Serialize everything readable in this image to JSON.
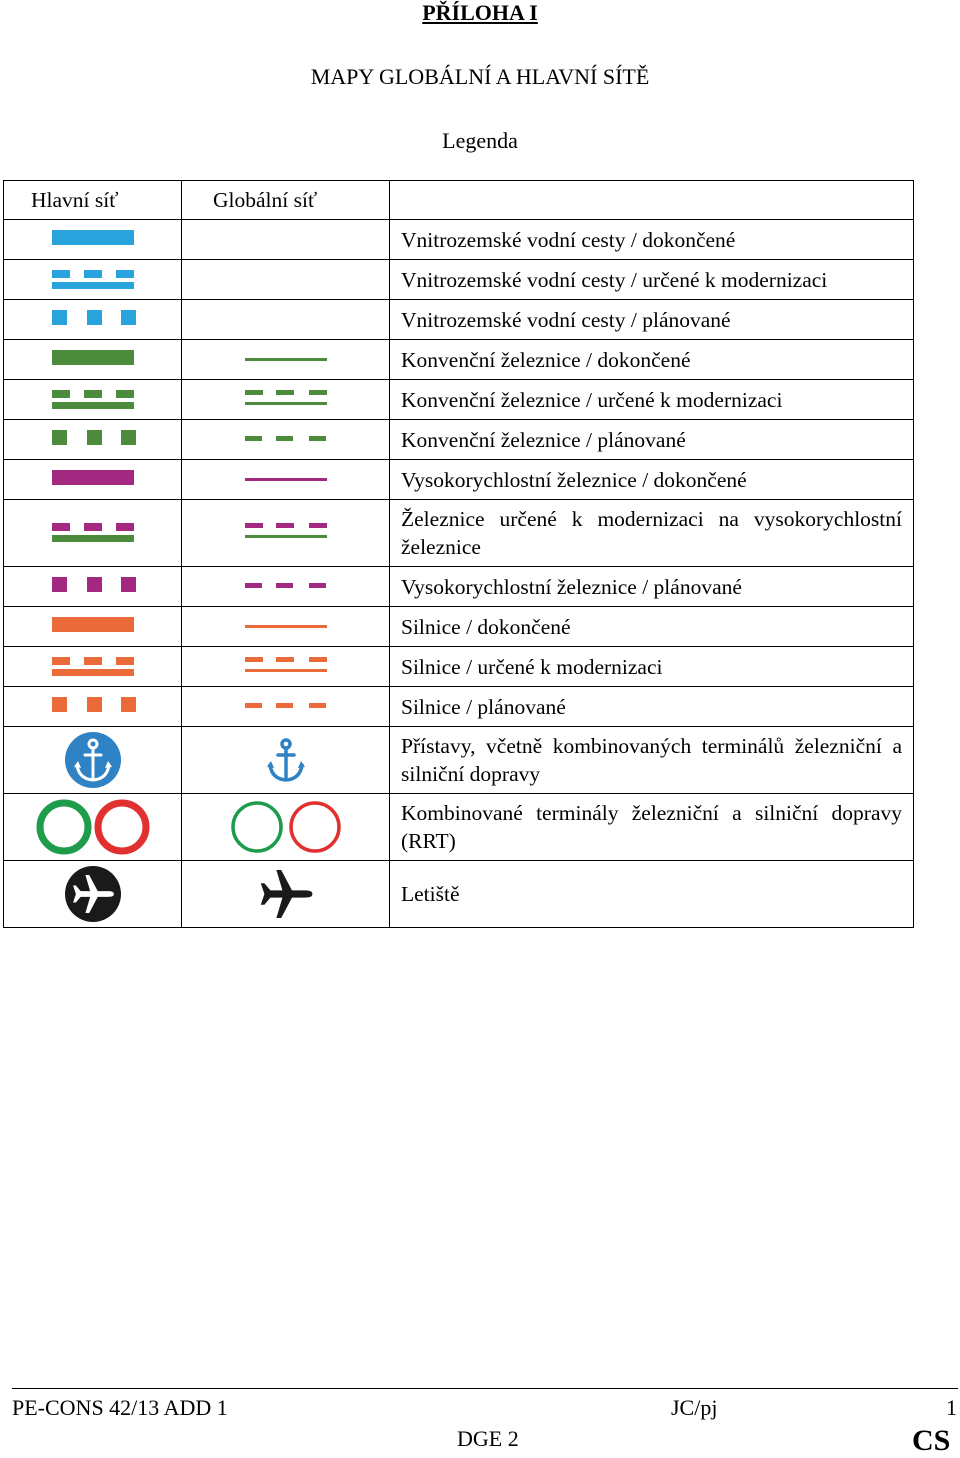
{
  "header": {
    "annex": "PŘÍLOHA I",
    "maps_title": "MAPY GLOBÁLNÍ A HLAVNÍ SÍTĚ",
    "legend_title": "Legenda"
  },
  "table": {
    "col_core": "Hlavní síť",
    "col_comprehensive": "Globální síť",
    "rows": [
      {
        "label": "Vnitrozemské vodní cesty / dokončené",
        "core_symbol": "blue-solid-line",
        "comp_symbol": ""
      },
      {
        "label": "Vnitrozemské vodní cesty / určené k modernizaci",
        "core_symbol": "blue-upgrade-line",
        "comp_symbol": ""
      },
      {
        "label": "Vnitrozemské vodní cesty / plánované",
        "core_symbol": "blue-planned-line",
        "comp_symbol": ""
      },
      {
        "label": "Konvenční železnice / dokončené",
        "core_symbol": "green-solid-line",
        "comp_symbol": "green-thin-solid-line"
      },
      {
        "label": "Konvenční železnice / určené k modernizaci",
        "core_symbol": "green-upgrade-line",
        "comp_symbol": "green-thin-upgrade-line"
      },
      {
        "label": "Konvenční železnice / plánované",
        "core_symbol": "green-planned-line",
        "comp_symbol": "green-thin-planned-line"
      },
      {
        "label": "Vysokorychlostní železnice / dokončené",
        "core_symbol": "purple-solid-line",
        "comp_symbol": "purple-thin-solid-line"
      },
      {
        "label": "Železnice určené k modernizaci na vysokorychlostní železnice",
        "core_symbol": "purple-green-upgrade-line",
        "comp_symbol": "purple-green-thin-upgrade-line"
      },
      {
        "label": "Vysokorychlostní železnice / plánované",
        "core_symbol": "purple-planned-line",
        "comp_symbol": "purple-thin-planned-line"
      },
      {
        "label": "Silnice / dokončené",
        "core_symbol": "orange-solid-line",
        "comp_symbol": "orange-thin-solid-line"
      },
      {
        "label": "Silnice / určené k modernizaci",
        "core_symbol": "orange-upgrade-line",
        "comp_symbol": "orange-thin-upgrade-line"
      },
      {
        "label": "Silnice / plánované",
        "core_symbol": "orange-planned-line",
        "comp_symbol": "orange-thin-planned-line"
      },
      {
        "label": "Přístavy, včetně kombinovaných terminálů železniční a silniční dopravy",
        "core_symbol": "anchor-circle-icon",
        "comp_symbol": "anchor-icon"
      },
      {
        "label": "Kombinované terminály železniční a silniční dopravy (RRT)",
        "core_symbol": "rrt-rings-icon",
        "comp_symbol": "rrt-thin-rings-icon"
      },
      {
        "label": "Letiště",
        "core_symbol": "airplane-circle-icon",
        "comp_symbol": "airplane-icon"
      }
    ]
  },
  "colors": {
    "waterway": "#29a3dc",
    "conventional_rail": "#4b8b3b",
    "high_speed_rail": "#a3287f",
    "road": "#ea6a3a",
    "port": "#2f82c4",
    "rrt_green": "#1e9c4b",
    "rrt_red": "#e03030",
    "airport": "#1a1a1a"
  },
  "footer": {
    "reference": "PE-CONS 42/13 ADD 1",
    "initials": "JC/pj",
    "page": "1",
    "dge": "DGE 2",
    "lang": "CS"
  }
}
